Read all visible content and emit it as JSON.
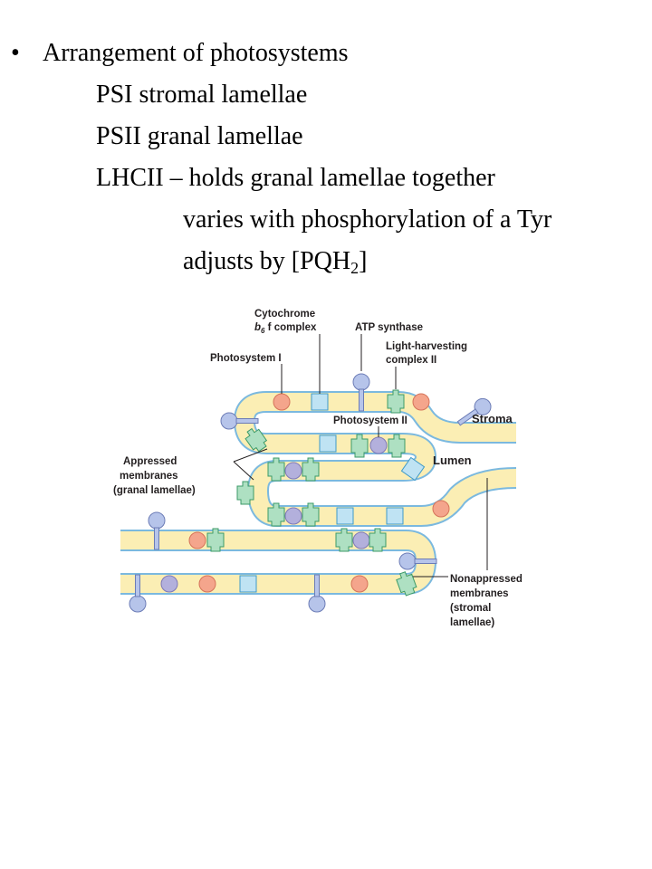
{
  "slide": {
    "bullet_glyph": "•",
    "lines": [
      {
        "text": "Arrangement  of photosystems"
      },
      {
        "text": "PSI  stromal lamellae"
      },
      {
        "text": "PSII  granal lamellae"
      },
      {
        "text": "LHCII – holds granal lamellae together"
      },
      {
        "text": "varies with phosphorylation  of a Tyr"
      },
      {
        "text_main": "adjusts  by [PQH",
        "text_sub": "2",
        "text_end": "]"
      }
    ]
  },
  "diagram": {
    "labels": {
      "cytochrome_line1": "Cytochrome",
      "cytochrome_b": "b",
      "cytochrome_sub": "6",
      "cytochrome_rest": " f complex",
      "atp_synthase": "ATP synthase",
      "lhc_line1": "Light-harvesting",
      "lhc_line2": "complex II",
      "photosystem1": "Photosystem I",
      "photosystem2": "Photosystem II",
      "stroma": "Stroma",
      "lumen": "Lumen",
      "appressed_1": "Appressed",
      "appressed_2": "membranes",
      "appressed_3": "(granal lamellae)",
      "nonapp_1": "Nonappressed",
      "nonapp_2": "membranes",
      "nonapp_3": "(stromal",
      "nonapp_4": "lamellae)"
    },
    "colors": {
      "membrane_fill": "#fbeeb4",
      "membrane_edge": "#7bb9df",
      "ps1": "#f4a58c",
      "ps2": "#b3b0dc",
      "cytochrome": "#bfe3f3",
      "lhc": "#aee0c2",
      "atp": "#b6c4ea",
      "line": "#231f20"
    }
  }
}
